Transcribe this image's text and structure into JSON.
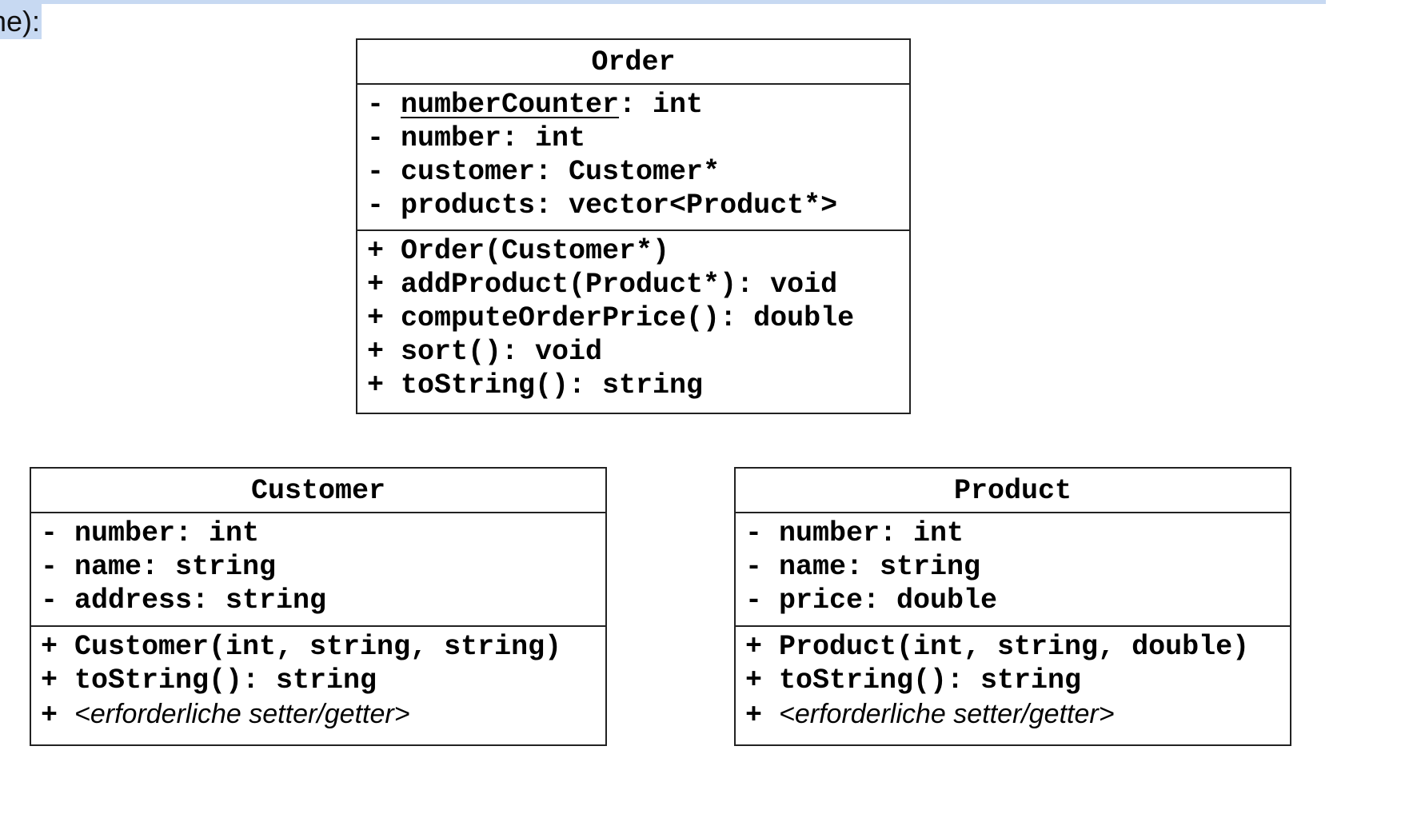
{
  "document": {
    "highlighted_fragment": "ne):",
    "highlight_color": "#c7d9f2"
  },
  "uml": {
    "order": {
      "name": "Order",
      "attributes": [
        {
          "visibility": "-",
          "name": "numberCounter",
          "type": ": int",
          "static": true
        },
        {
          "visibility": "-",
          "name": "number",
          "type": ": int"
        },
        {
          "visibility": "-",
          "name": "customer",
          "type": ": Customer*"
        },
        {
          "visibility": "-",
          "name": "products",
          "type": ": vector<Product*>"
        }
      ],
      "methods": [
        {
          "visibility": "+",
          "signature": "Order(Customer*)"
        },
        {
          "visibility": "+",
          "signature": "addProduct(Product*): void"
        },
        {
          "visibility": "+",
          "signature": "computeOrderPrice(): double"
        },
        {
          "visibility": "+",
          "signature": "sort(): void"
        },
        {
          "visibility": "+",
          "signature": "toString(): string"
        }
      ]
    },
    "customer": {
      "name": "Customer",
      "attributes": [
        {
          "visibility": "-",
          "name": "number",
          "type": ": int"
        },
        {
          "visibility": "-",
          "name": "name",
          "type": ": string"
        },
        {
          "visibility": "-",
          "name": "address",
          "type": ": string"
        }
      ],
      "methods": [
        {
          "visibility": "+",
          "signature": "Customer(int, string, string)"
        },
        {
          "visibility": "+",
          "signature": "toString(): string"
        },
        {
          "visibility": "+",
          "signature": "<erforderliche setter/getter>",
          "italic": true
        }
      ]
    },
    "product": {
      "name": "Product",
      "attributes": [
        {
          "visibility": "-",
          "name": "number",
          "type": ": int"
        },
        {
          "visibility": "-",
          "name": "name",
          "type": ": string"
        },
        {
          "visibility": "-",
          "name": "price",
          "type": ": double"
        }
      ],
      "methods": [
        {
          "visibility": "+",
          "signature": "Product(int, string, double)"
        },
        {
          "visibility": "+",
          "signature": "toString(): string"
        },
        {
          "visibility": "+",
          "signature": "<erforderliche setter/getter>",
          "italic": true
        }
      ]
    }
  }
}
